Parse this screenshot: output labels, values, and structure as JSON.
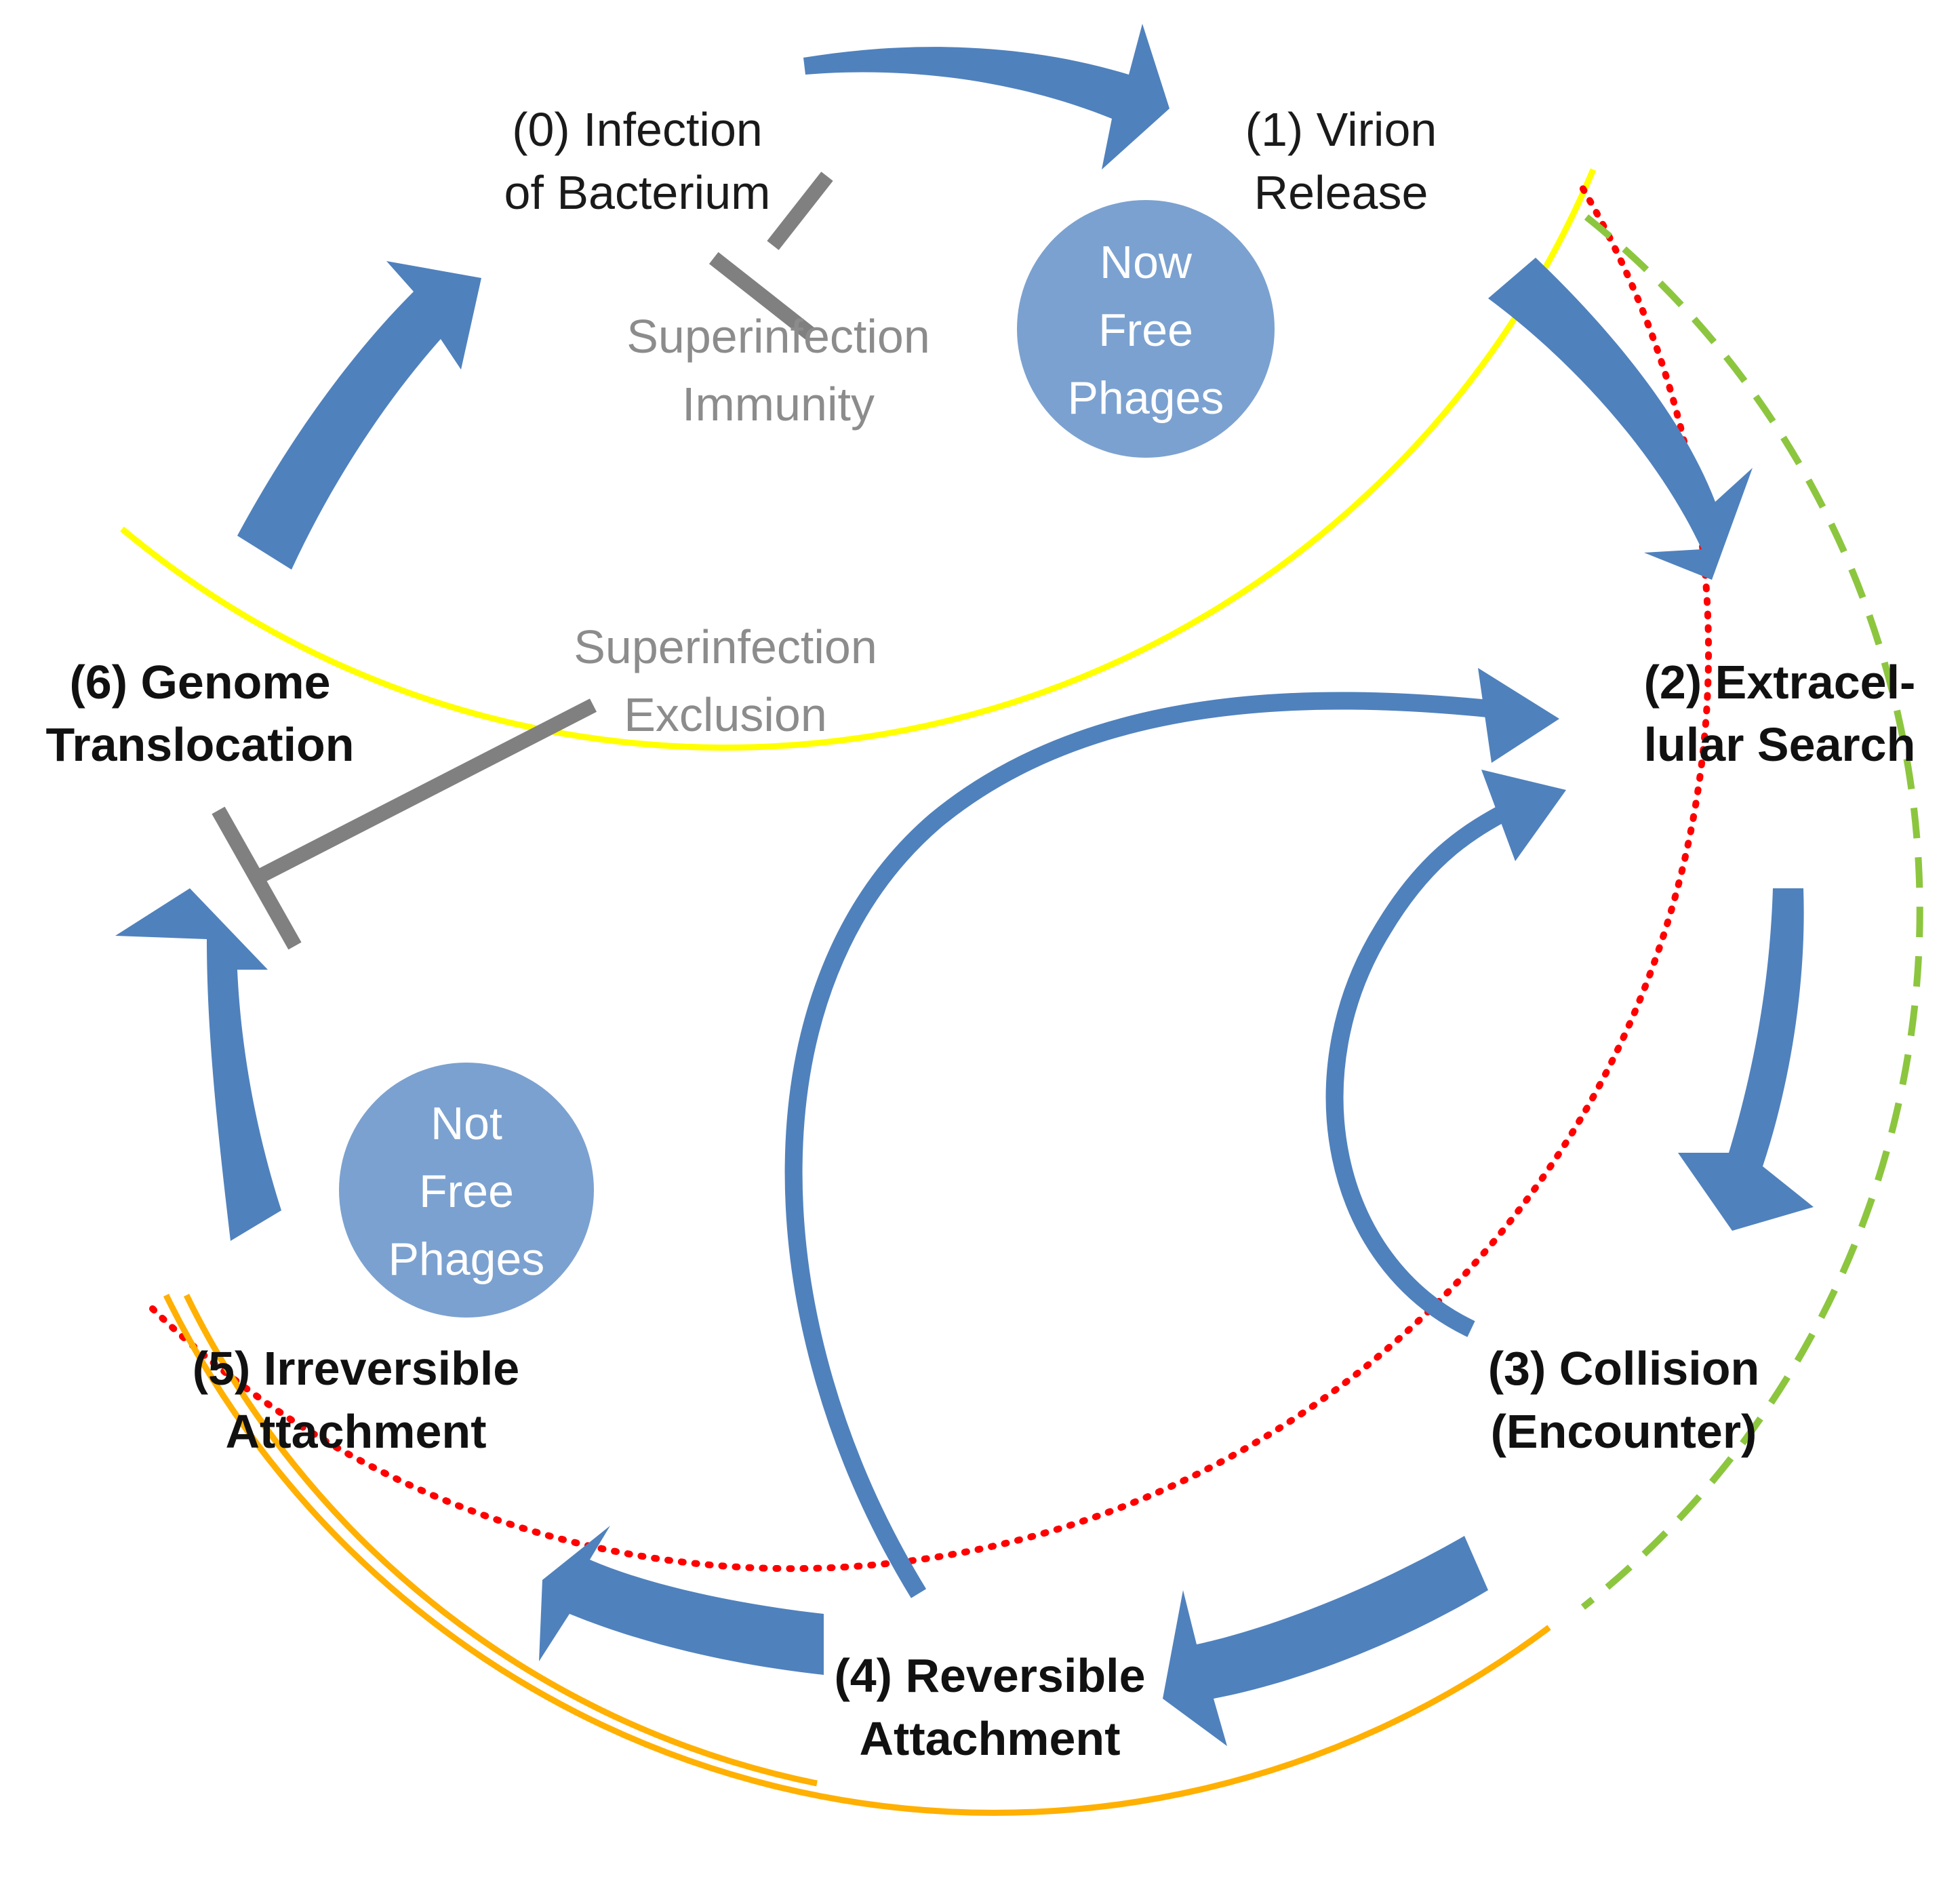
{
  "stages": {
    "s0": {
      "line1": "(0) Infection",
      "line2": "of Bacterium"
    },
    "s1": {
      "line1": "(1) Virion",
      "line2": "Release"
    },
    "s2": {
      "line1": "(2) Extracel-",
      "line2": "lular Search"
    },
    "s3": {
      "line1": "(3) Collision",
      "line2": "(Encounter)"
    },
    "s4": {
      "line1": "(4) Reversible",
      "line2": "Attachment"
    },
    "s5": {
      "line1": "(5) Irreversible",
      "line2": "Attachment"
    },
    "s6": {
      "line1": "(6) Genome",
      "line2": "Translocation"
    }
  },
  "inhibitors": {
    "immunity": {
      "line1": "Superinfection",
      "line2": "Immunity"
    },
    "exclusion": {
      "line1": "Superinfection",
      "line2": "Exclusion"
    }
  },
  "bubbles": {
    "free": {
      "line1": "Now",
      "line2": "Free",
      "line3": "Phages"
    },
    "not_free": {
      "line1": "Not",
      "line2": "Free",
      "line3": "Phages"
    }
  },
  "colors": {
    "arrow": "#4f81bd",
    "bubble": "#7ba1d0",
    "inhibitor": "#808080",
    "inhibitor_text": "#8c8c8c",
    "arc_yellow": "#ffff00",
    "arc_orange": "#ffb000",
    "arc_red_dotted": "#ff0000",
    "arc_green_dashed": "#8cc63f"
  }
}
